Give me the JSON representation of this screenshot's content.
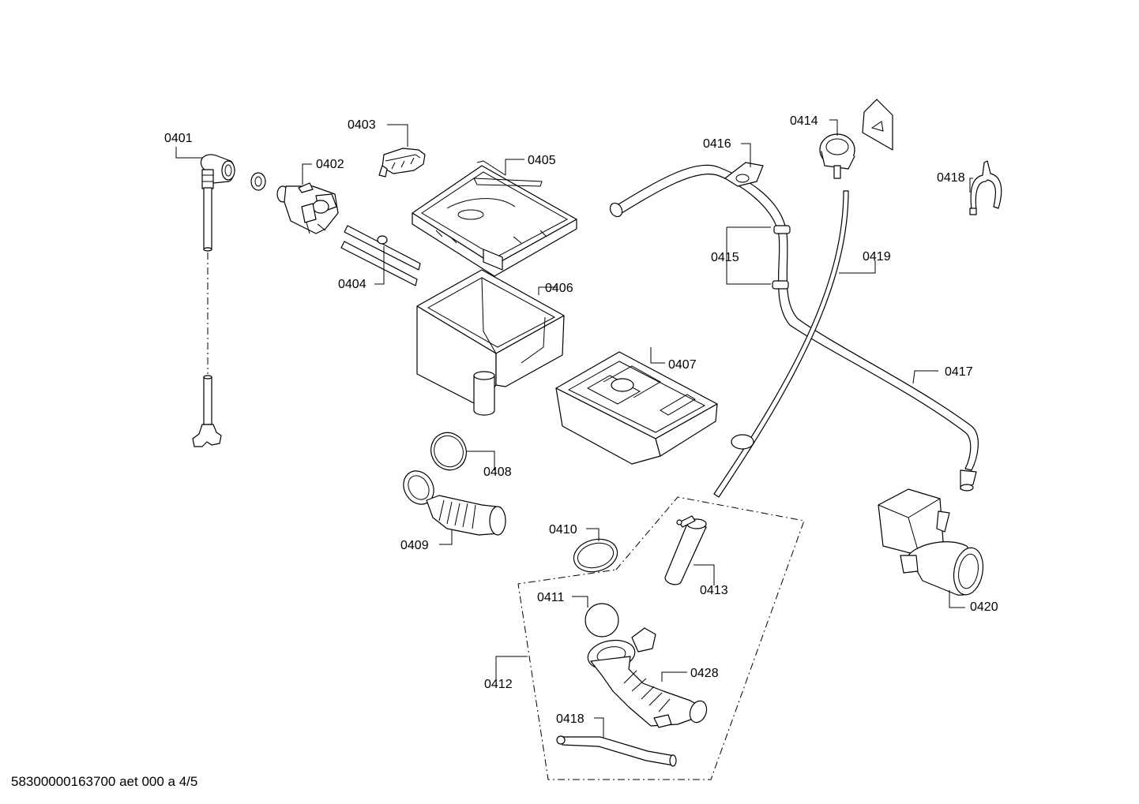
{
  "callouts": [
    {
      "id": "0401",
      "label": "0401"
    },
    {
      "id": "0402",
      "label": "0402"
    },
    {
      "id": "0403",
      "label": "0403"
    },
    {
      "id": "0404",
      "label": "0404"
    },
    {
      "id": "0405",
      "label": "0405"
    },
    {
      "id": "0406",
      "label": "0406"
    },
    {
      "id": "0407",
      "label": "0407"
    },
    {
      "id": "0408",
      "label": "0408"
    },
    {
      "id": "0409",
      "label": "0409"
    },
    {
      "id": "0410",
      "label": "0410"
    },
    {
      "id": "0411",
      "label": "0411"
    },
    {
      "id": "0412",
      "label": "0412"
    },
    {
      "id": "0413",
      "label": "0413"
    },
    {
      "id": "0414",
      "label": "0414"
    },
    {
      "id": "0415",
      "label": "0415"
    },
    {
      "id": "0416",
      "label": "0416"
    },
    {
      "id": "0417",
      "label": "0417"
    },
    {
      "id": "0418a",
      "label": "0418"
    },
    {
      "id": "0418b",
      "label": "0418"
    },
    {
      "id": "0419",
      "label": "0419"
    },
    {
      "id": "0420",
      "label": "0420"
    },
    {
      "id": "0428",
      "label": "0428"
    }
  ],
  "footer": {
    "document_id": "58300000163700 aet 000 a 4/5"
  },
  "colors": {
    "line": "#000000",
    "background": "#ffffff"
  }
}
